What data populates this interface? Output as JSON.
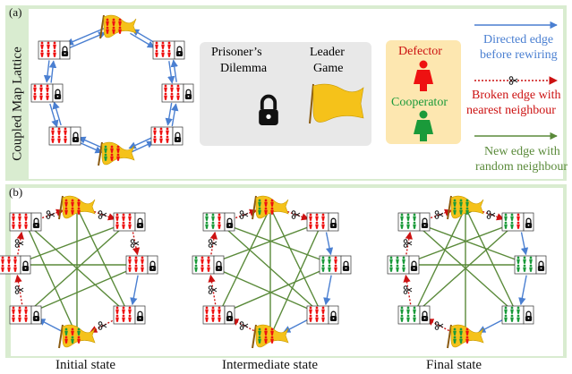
{
  "panel_a": {
    "label": "(a)",
    "side_label": "Coupled Map Lattice",
    "pd_label": "Prisoner's Dilemma",
    "pd_line1": "Prisoner’s",
    "pd_line2": "Dilemma",
    "leader_line1": "Leader",
    "leader_line2": "Game",
    "defector": "Defector",
    "cooperator": "Cooperator",
    "legend_directed_1": "Directed edge",
    "legend_directed_2": "before rewiring",
    "legend_broken_1": "Broken edge with",
    "legend_broken_2": "nearest neighbour",
    "legend_new_1": "New edge with",
    "legend_new_2": "random neighbour"
  },
  "panel_b": {
    "label": "(b)",
    "captions": [
      "Initial state",
      "Intermediate state",
      "Final state"
    ]
  },
  "colors": {
    "panel_bg": "#d9ecd0",
    "defector": "#ee1111",
    "cooperator": "#1a9a3a",
    "directed_edge": "#4a7fd1",
    "broken_edge": "#cc1111",
    "new_edge": "#5a8a3a",
    "flag": "#f5c21a"
  }
}
